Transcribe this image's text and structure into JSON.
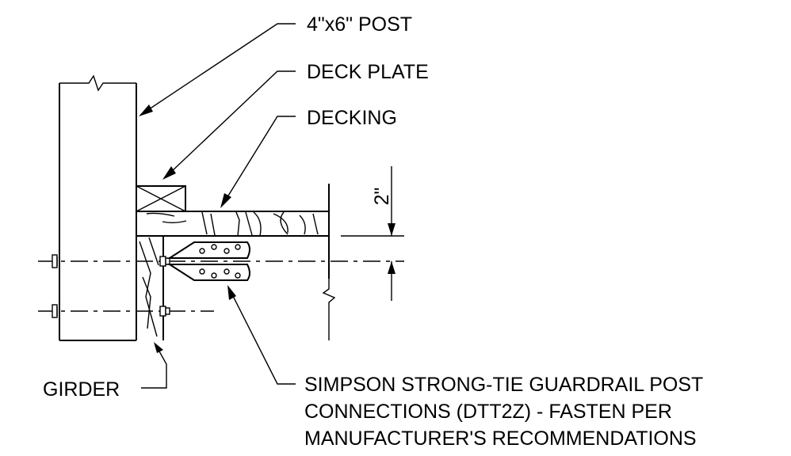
{
  "labels": {
    "post": "4\"x6\" POST",
    "deck_plate": "DECK PLATE",
    "decking": "DECKING",
    "dimension": "2\"",
    "connector_line1": "SIMPSON STRONG-TIE GUARDRAIL POST",
    "connector_line2": "CONNECTIONS (DTT2Z) - FASTEN PER",
    "connector_line3": "MANUFACTURER'S RECOMMENDATIONS",
    "girder": "GIRDER"
  }
}
